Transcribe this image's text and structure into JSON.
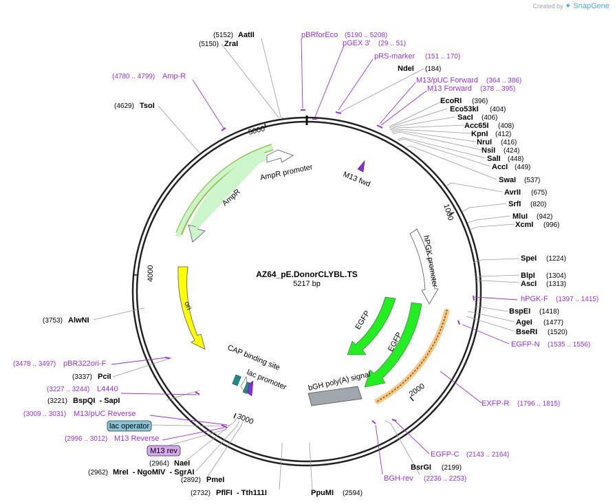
{
  "brand": {
    "created_by": "Created by",
    "name": "SnapGene"
  },
  "plasmid": {
    "name": "AZ64_pE.DonorCLYBL.TS",
    "size_label": "5217 bp",
    "length": 5217
  },
  "colors": {
    "primer": "#9b30d9",
    "ampr": "#ccf5cc",
    "egfp": "#22ee22",
    "ori": "#ffff00",
    "polya": "#a0a6ab",
    "promoter": "#ffffff",
    "lac_operator": "#88c4d6",
    "m13_rev": "#d7a8f0",
    "cap": "#1b8b8b",
    "line": "#777777"
  },
  "ticks": [
    "1000",
    "2000",
    "3000",
    "4000",
    "5000"
  ],
  "sites": [
    {
      "name": "AatII",
      "pos": "(5152)"
    },
    {
      "name": "ZraI",
      "pos": "(5150)"
    },
    {
      "name": "NdeI",
      "pos": "(184)"
    },
    {
      "name": "EcoRI",
      "pos": "(396)"
    },
    {
      "name": "Eco53kI",
      "pos": "(404)"
    },
    {
      "name": "SacI",
      "pos": "(406)"
    },
    {
      "name": "Acc65I",
      "pos": "(408)"
    },
    {
      "name": "KpnI",
      "pos": "(412)"
    },
    {
      "name": "NruI",
      "pos": "(416)"
    },
    {
      "name": "NsiI",
      "pos": "(424)"
    },
    {
      "name": "SalI",
      "pos": "(448)"
    },
    {
      "name": "AccI",
      "pos": "(449)"
    },
    {
      "name": "SwaI",
      "pos": "(537)"
    },
    {
      "name": "AvrII",
      "pos": "(675)"
    },
    {
      "name": "SrfI",
      "pos": "(820)"
    },
    {
      "name": "MluI",
      "pos": "(942)"
    },
    {
      "name": "XcmI",
      "pos": "(996)"
    },
    {
      "name": "SpeI",
      "pos": "(1224)"
    },
    {
      "name": "BlpI",
      "pos": "(1304)"
    },
    {
      "name": "AscI",
      "pos": "(1313)"
    },
    {
      "name": "BspEI",
      "pos": "(1418)"
    },
    {
      "name": "AgeI",
      "pos": "(1477)"
    },
    {
      "name": "BseRI",
      "pos": "(1520)"
    },
    {
      "name": "BsrGI",
      "pos": "(2199)"
    },
    {
      "name": "PpuMI",
      "pos": "(2594)"
    },
    {
      "name": "PflFI  - Tth111I",
      "pos": "(2732)"
    },
    {
      "name": "PmeI",
      "pos": "(2892)"
    },
    {
      "name": "MreI  - NgoMIV  - SgrAI",
      "pos": "(2962)"
    },
    {
      "name": "NaeI",
      "pos": "(2964)"
    },
    {
      "name": "BspQI  - SapI",
      "pos": "(3221)"
    },
    {
      "name": "PciI",
      "pos": "(3337)"
    },
    {
      "name": "AlwNI",
      "pos": "(3753)"
    },
    {
      "name": "TsoI",
      "pos": "(4629)"
    }
  ],
  "primers": [
    {
      "name": "pBRforEco",
      "range": "(5190 .. 5208)"
    },
    {
      "name": "pGEX 3'",
      "range": "(29 .. 51)"
    },
    {
      "name": "pRS-marker",
      "range": "(151 .. 170)"
    },
    {
      "name": "M13/pUC Forward",
      "range": "(364 .. 386)"
    },
    {
      "name": "M13 Forward",
      "range": "(378 .. 395)"
    },
    {
      "name": "hPGK-F",
      "range": "(1397 .. 1415)"
    },
    {
      "name": "EGFP-N",
      "range": "(1535 .. 1556)"
    },
    {
      "name": "EXFP-R",
      "range": "(1796 .. 1815)"
    },
    {
      "name": "EGFP-C",
      "range": "(2143 .. 2164)"
    },
    {
      "name": "BGH-rev",
      "range": "(2236 .. 2253)"
    },
    {
      "name": "M13 Reverse",
      "range": "(2996 .. 3012)"
    },
    {
      "name": "M13/pUC Reverse",
      "range": "(3009 .. 3031)"
    },
    {
      "name": "L4440",
      "range": "(3227 .. 3244)"
    },
    {
      "name": "pBR322ori-F",
      "range": "(3478 .. 3497)"
    },
    {
      "name": "Amp-R",
      "range": "(4780 .. 4799)"
    }
  ],
  "features": {
    "m13_fwd": "M13 fwd",
    "hpgk_promoter": "hPGK promoter",
    "egfp_inner": "EGFP",
    "egfp_outer": "EGFP",
    "bgh_polya": "bGH poly(A) signal",
    "cap_site": "CAP binding site",
    "lac_promoter": "lac promoter",
    "ori": "ori",
    "ampr": "AmpR",
    "ampr_promoter": "AmpR promoter",
    "lac_operator": "lac operator",
    "m13_rev": "M13 rev"
  }
}
